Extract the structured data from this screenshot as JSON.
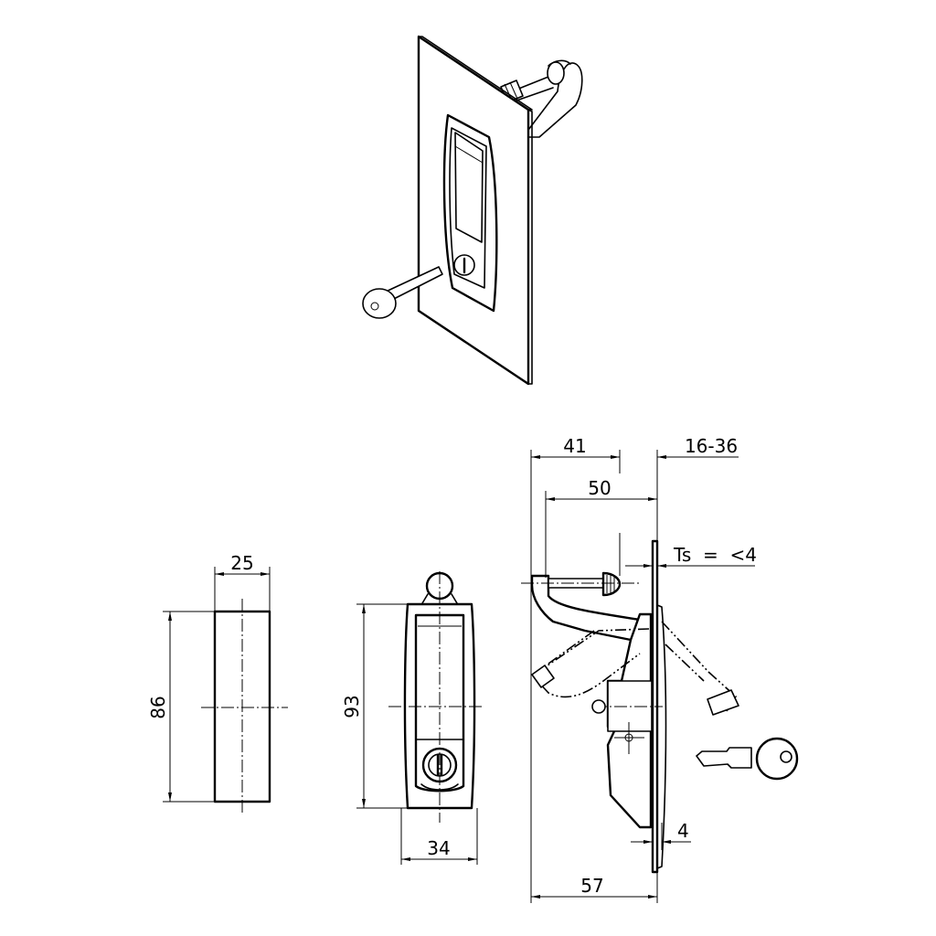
{
  "drawing": {
    "subject": "compression latch with key lock",
    "line_color": "#000000",
    "background": "#ffffff"
  },
  "isometric_view": {
    "parts": [
      "panel",
      "handle",
      "key",
      "cam-arm",
      "grip-screw"
    ]
  },
  "side_view": {
    "width_label": "25",
    "height_label": "86"
  },
  "front_view": {
    "width_label": "34",
    "height_label": "93"
  },
  "section_view": {
    "dim_41": "41",
    "dim_16_36": "16-36",
    "dim_50": "50",
    "ts_label": "Ts  =  <4",
    "dim_4": "4",
    "dim_57": "57"
  }
}
